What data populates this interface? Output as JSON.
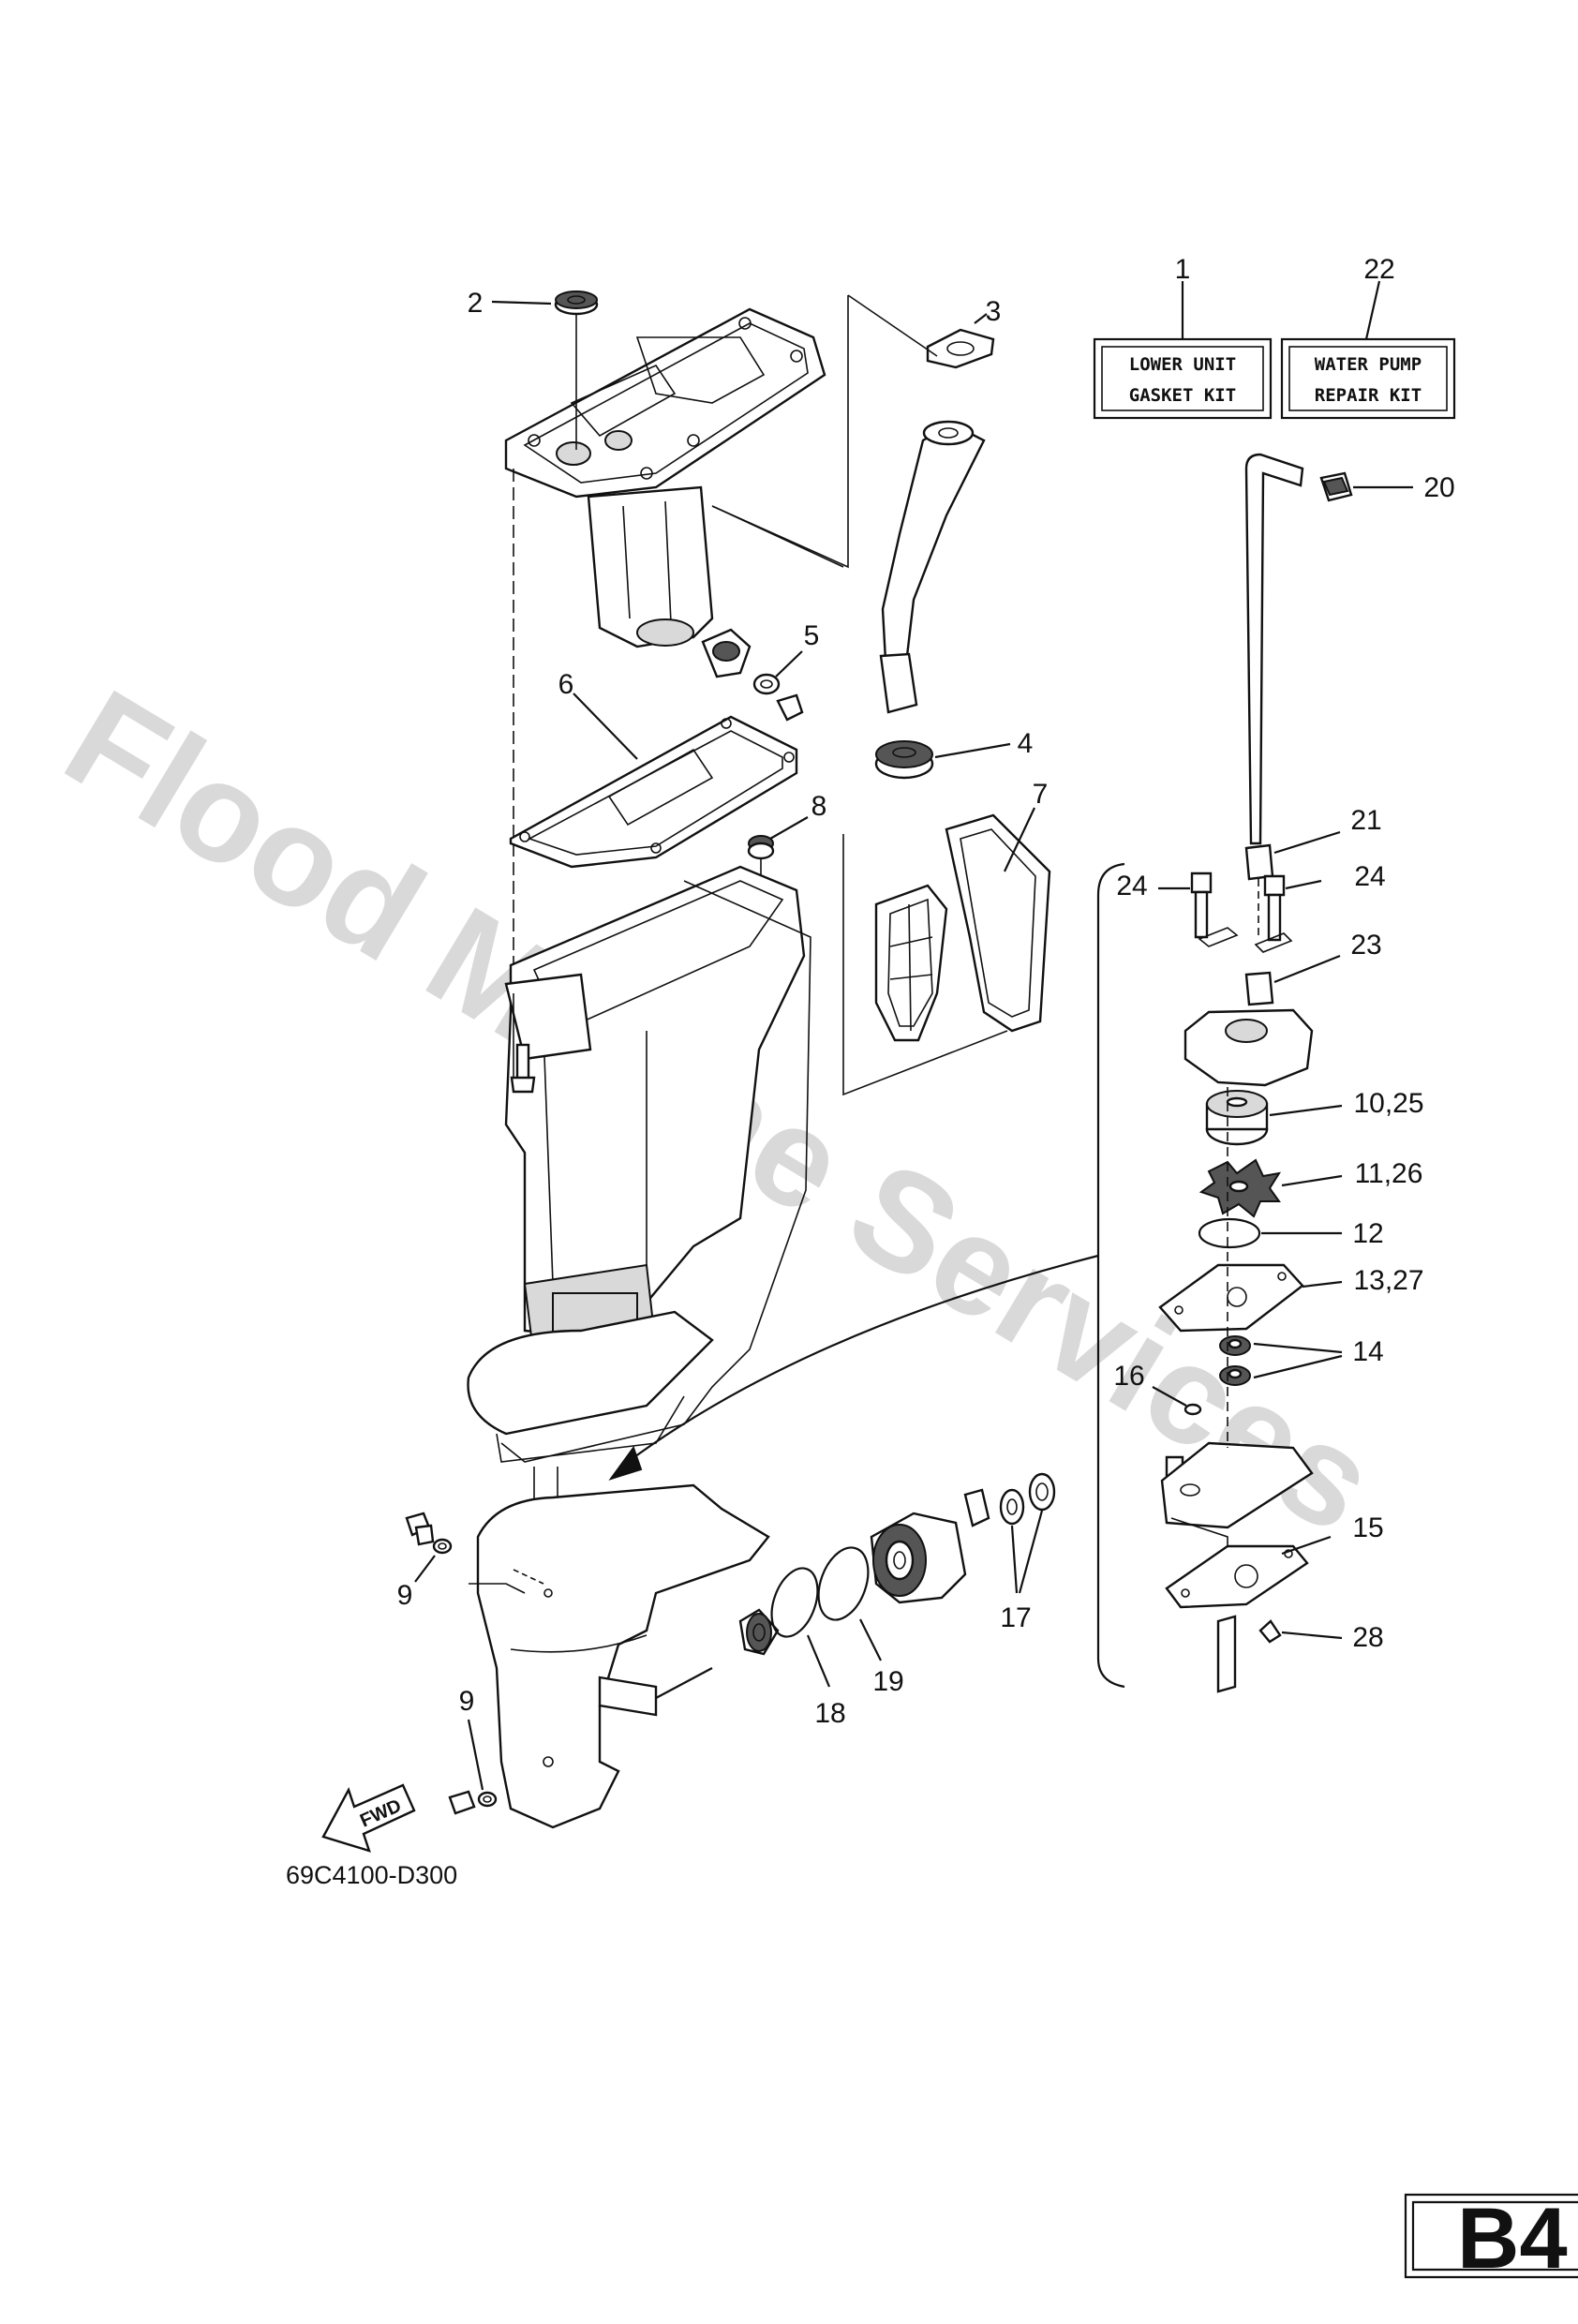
{
  "watermark": "Flood Marine Services",
  "diagram_code": "69C4100-D300",
  "section_id": "B4",
  "fwd_label": "FWD",
  "kits": [
    {
      "ref": "1",
      "line1": "LOWER UNIT",
      "line2": "GASKET KIT"
    },
    {
      "ref": "22",
      "line1": "WATER PUMP",
      "line2": "REPAIR KIT"
    }
  ],
  "callouts": {
    "c2": "2",
    "c3": "3",
    "c4": "4",
    "c5": "5",
    "c6": "6",
    "c7": "7",
    "c8": "8",
    "c9a": "9",
    "c9b": "9",
    "c17": "17",
    "c18": "18",
    "c19": "19",
    "c20": "20",
    "c21": "21",
    "c24a": "24",
    "c24b": "24",
    "c23": "23",
    "c10_25": "10,25",
    "c11_26": "11,26",
    "c12": "12",
    "c13_27": "13,27",
    "c14": "14",
    "c16": "16",
    "c15": "15",
    "c28": "28"
  }
}
